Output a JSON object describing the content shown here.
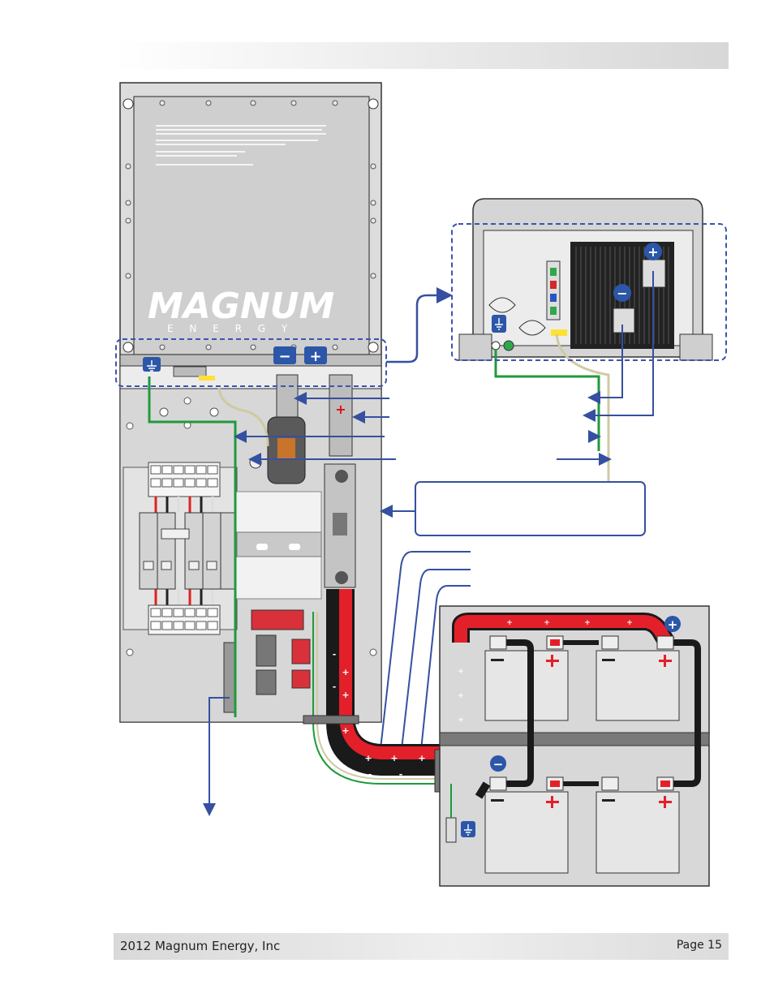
{
  "brand": {
    "logo_text": "MAGNUM",
    "logo_sub": "E N E R G Y"
  },
  "polarity": {
    "plus": "+",
    "minus": "−",
    "cable_minus": "-"
  },
  "footer": {
    "copyright": "2012 Magnum Energy, Inc",
    "page": "Page 15"
  },
  "colors": {
    "positive_cable": "#e3202a",
    "negative_cable": "#1a1a1a",
    "ground_wire": "#1f9a3c",
    "callout_arrow": "#3550a0",
    "highlight_dash": "#3a55b0",
    "enclosure_fill": "#d9d9d9",
    "battery_fill": "#e2e2e2"
  }
}
